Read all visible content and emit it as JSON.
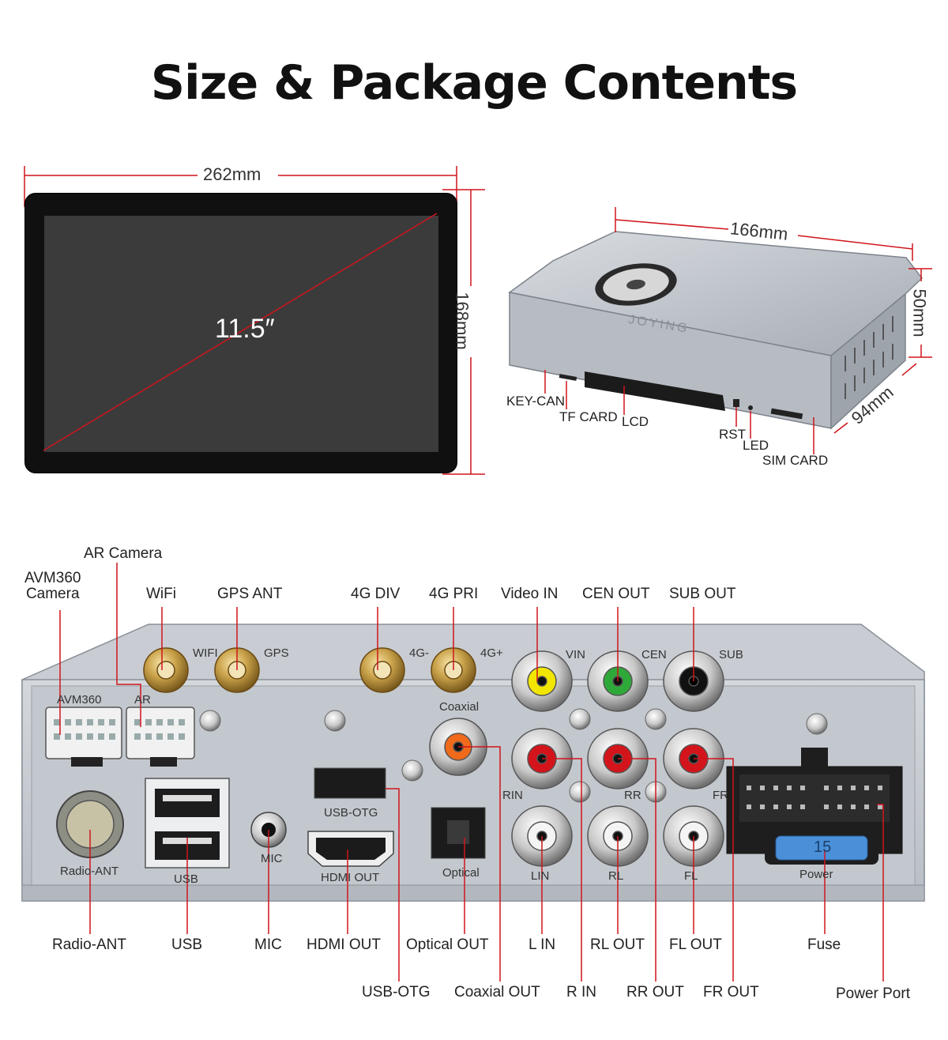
{
  "title": "Size & Package Contents",
  "screen": {
    "width": "262mm",
    "height": "168mm",
    "diagonal": "11.5″"
  },
  "host_box": {
    "length": "166mm",
    "height": "50mm",
    "depth": "94mm",
    "brand_emboss": "JOYING",
    "front_ports": [
      "KEY-CAN",
      "TF CARD",
      "LCD",
      "RST",
      "LED",
      "SIM CARD"
    ]
  },
  "back_panel": {
    "top_labels": {
      "avm360_line1": "AVM360",
      "avm360_line2": "Camera",
      "ar_camera": "AR Camera",
      "wifi": "WiFi",
      "gps_ant": "GPS ANT",
      "4g_div": "4G DIV",
      "4g_pri": "4G PRI",
      "video_in": "Video IN",
      "cen_out": "CEN OUT",
      "sub_out": "SUB OUT"
    },
    "silkscreen": {
      "wifi": "WIFI",
      "gps": "GPS",
      "4g_minus": "4G-",
      "4g_plus": "4G+",
      "vin": "VIN",
      "cen": "CEN",
      "sub": "SUB",
      "coaxial": "Coaxial",
      "avm360": "AVM360",
      "ar": "AR",
      "usb_otg": "USB-OTG",
      "rin": "RIN",
      "rr": "RR",
      "fr": "FR",
      "mic": "MIC",
      "radio_ant": "Radio-ANT",
      "usb": "USB",
      "hdmi_out": "HDMI OUT",
      "optical": "Optical",
      "lin": "LIN",
      "rl": "RL",
      "fl": "FL",
      "power": "Power",
      "fuse_rating": "15"
    },
    "bottom_row1": {
      "radio_ant": "Radio-ANT",
      "usb": "USB",
      "mic": "MIC",
      "hdmi_out": "HDMI OUT",
      "optical_out": "Optical OUT",
      "l_in": "L IN",
      "rl_out": "RL OUT",
      "fl_out": "FL OUT",
      "fuse": "Fuse"
    },
    "bottom_row2": {
      "usb_otg": "USB-OTG",
      "coaxial_out": "Coaxial OUT",
      "r_in": "R IN",
      "rr_out": "RR OUT",
      "fr_out": "FR OUT",
      "power_port": "Power Port"
    }
  },
  "colors": {
    "dimension_line": "#d0141c",
    "video_in_rca": "#f2e600",
    "cen_out_rca": "#2fa83a",
    "coaxial_rca": "#ef6a1a",
    "audio_in_rca": "#d4141b",
    "sub_rca": "#111111",
    "fuse": "#4a90d9",
    "chassis": "#c8ccd2"
  }
}
